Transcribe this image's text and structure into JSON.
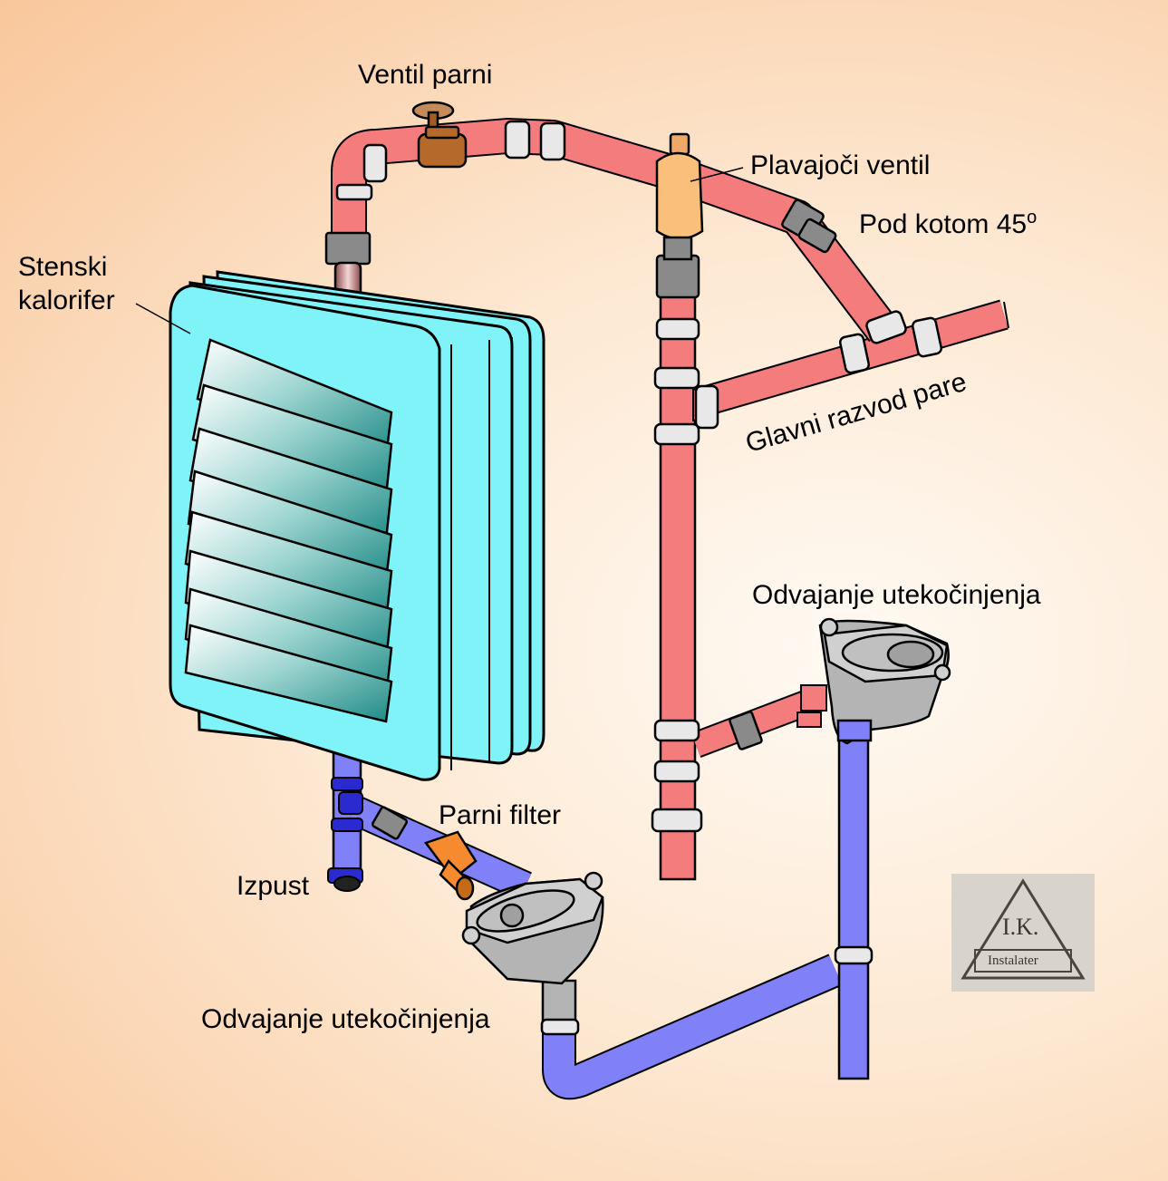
{
  "labels": {
    "ventil_parni": "Ventil parni",
    "plavajoci_ventil": "Plavajoči ventil",
    "pod_kotom": "Pod kotom 45",
    "pod_kotom_sup": "o",
    "stenski": "Stenski",
    "kalorifer": "kalorifer",
    "glavni_razvod": "Glavni razvod pare",
    "odvajanje_top": "Odvajanje utekočinjenja",
    "parni_filter": "Parni filter",
    "izpust": "Izpust",
    "odvajanje_bottom": "Odvajanje utekočinjenja"
  },
  "logo": {
    "initials": "I.K.",
    "subtitle": "Instalater"
  },
  "colors": {
    "steam_pipe": "#f47c7c",
    "condensate_pipe": "#8080f8",
    "heater_body": "#7ff3f8",
    "valve": "#b56a2c",
    "float_valve": "#fbbf7c",
    "filter": "#f58a2e",
    "trap": "#b4b4b4"
  }
}
